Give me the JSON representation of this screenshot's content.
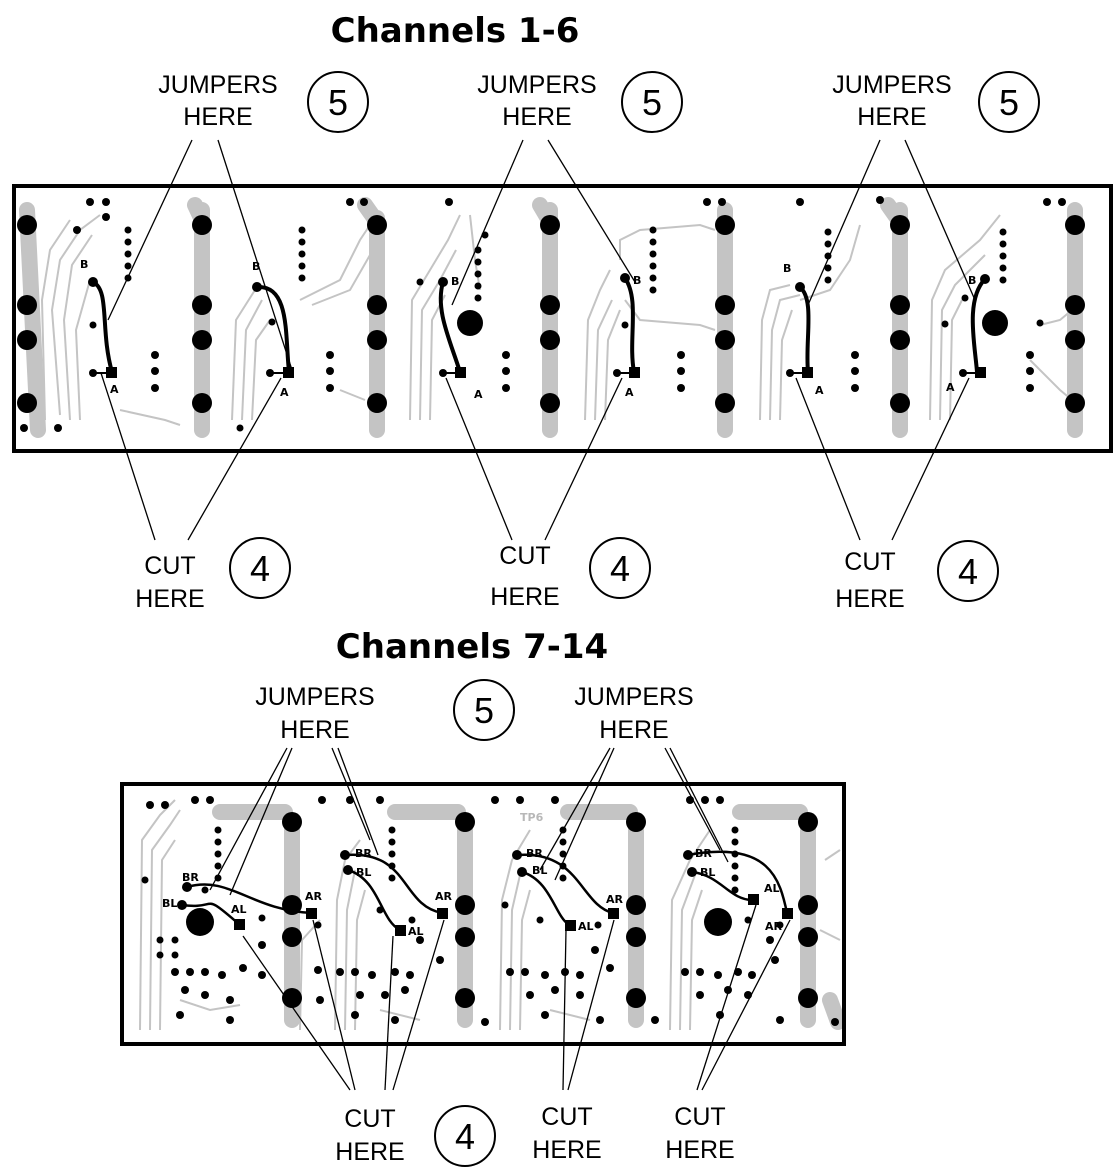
{
  "top_section": {
    "title": "Channels 1-6",
    "jumper_labels": [
      {
        "line1": "JUMPERS",
        "line2": "HERE",
        "step": "5"
      },
      {
        "line1": "JUMPERS",
        "line2": "HERE",
        "step": "5"
      },
      {
        "line1": "JUMPERS",
        "line2": "HERE",
        "step": "5"
      }
    ],
    "cut_labels": [
      {
        "line1": "CUT",
        "line2": "HERE",
        "step": "4"
      },
      {
        "line1": "CUT",
        "line2": "HERE",
        "step": "4"
      },
      {
        "line1": "CUT",
        "line2": "HERE",
        "step": "4"
      }
    ],
    "pad_labels": {
      "b": "B",
      "a": "A"
    }
  },
  "bottom_section": {
    "title": "Channels 7-14",
    "jumper_labels": [
      {
        "line1": "JUMPERS",
        "line2": "HERE"
      },
      {
        "line1": "JUMPERS",
        "line2": "HERE"
      }
    ],
    "jumper_step": "5",
    "cut_labels": [
      {
        "line1": "CUT",
        "line2": "HERE"
      },
      {
        "line1": "CUT",
        "line2": "HERE"
      },
      {
        "line1": "CUT",
        "line2": "HERE"
      }
    ],
    "cut_step": "4",
    "pad_labels": {
      "br": "BR",
      "bl": "BL",
      "ar": "AR",
      "al": "AL"
    },
    "test_point": "TP6"
  }
}
